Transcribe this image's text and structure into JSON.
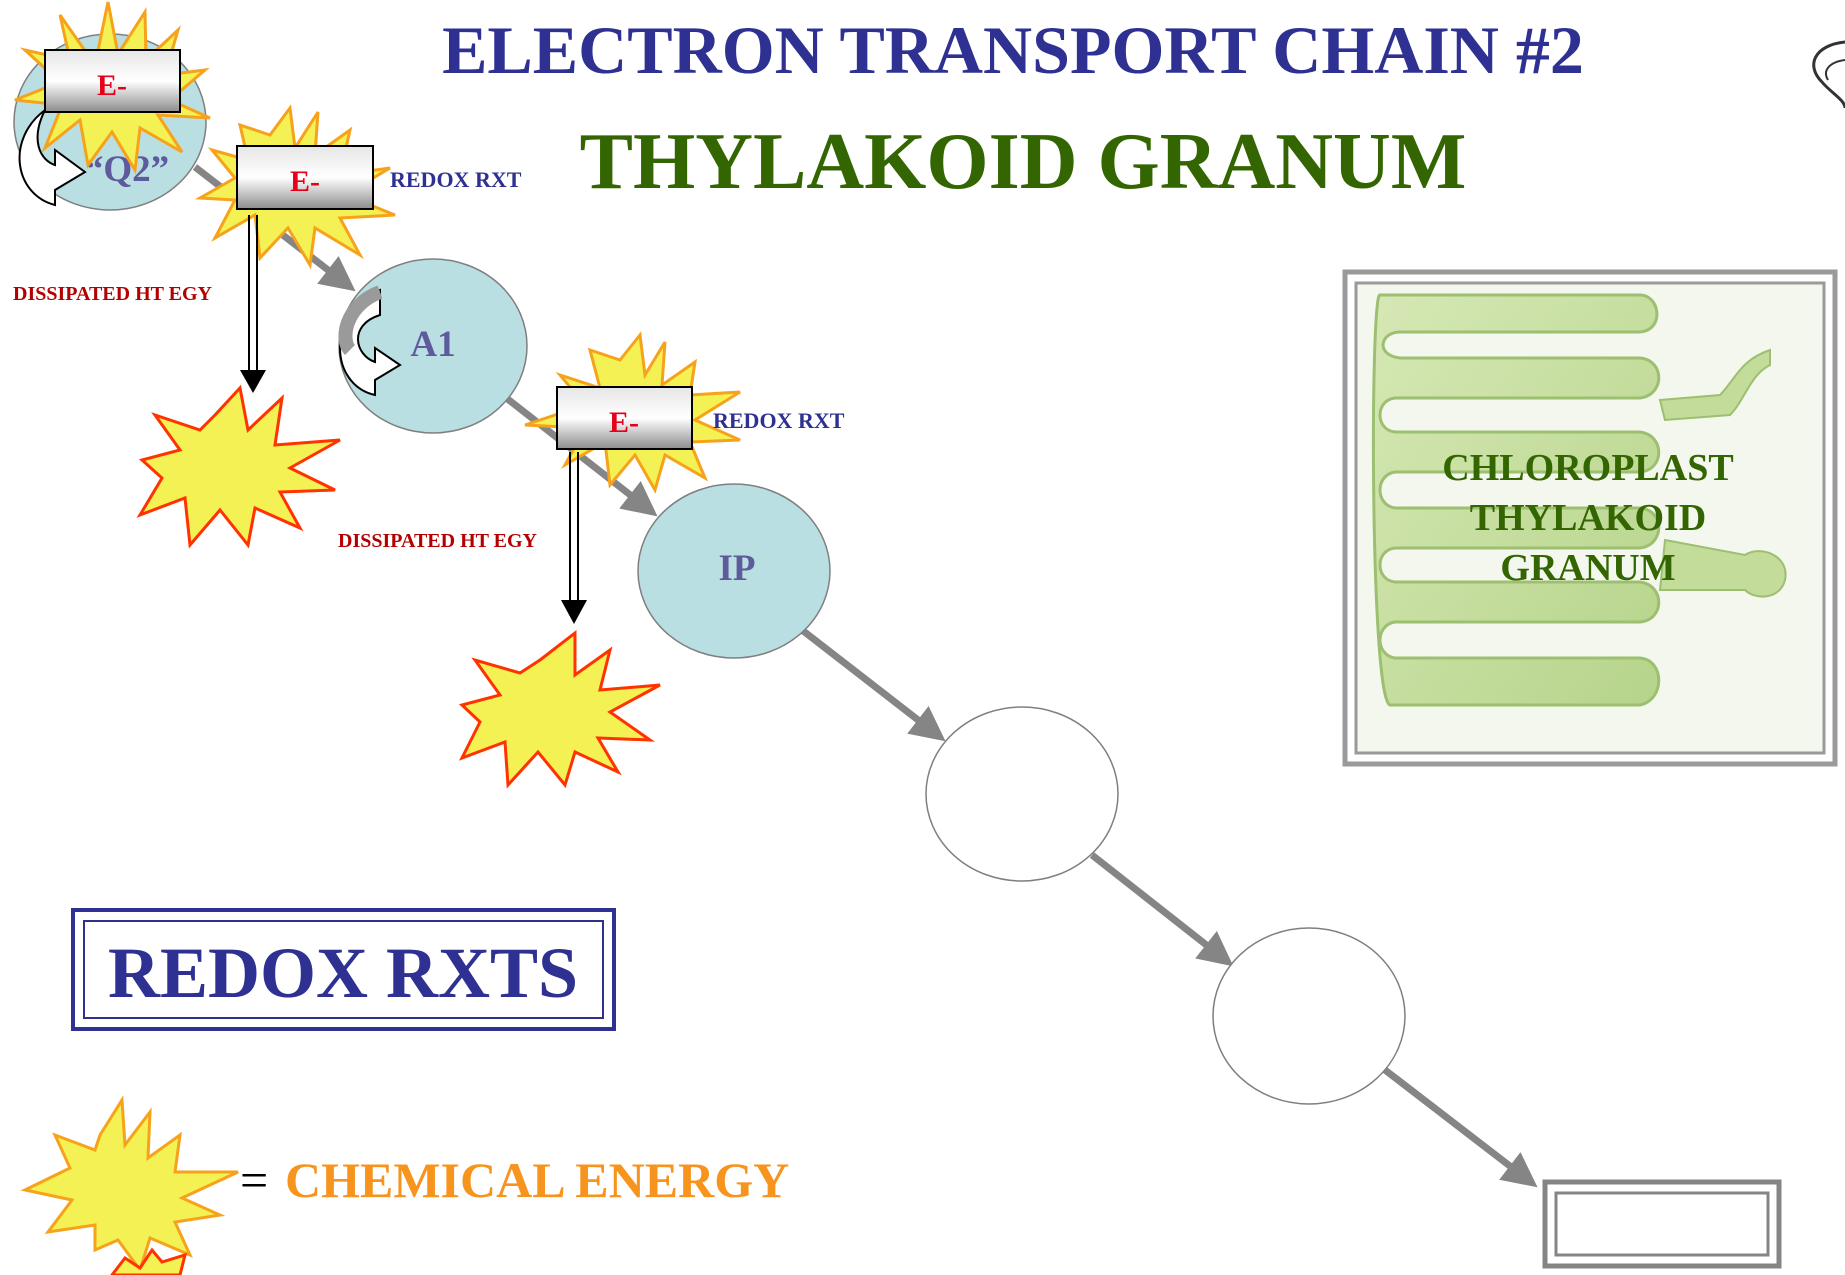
{
  "header": {
    "title": "ELECTRON TRANSPORT CHAIN #2",
    "subtitle": "THYLAKOID GRANUM"
  },
  "chain": {
    "nodes": [
      {
        "id": "q2",
        "label": "“Q2”"
      },
      {
        "id": "a1",
        "label": "A1"
      },
      {
        "id": "ip",
        "label": "IP"
      },
      {
        "id": "blank1",
        "label": ""
      },
      {
        "id": "blank2",
        "label": ""
      }
    ],
    "electron_label": "E-",
    "redox_label": "REDOX RXT",
    "heat_label": "DISSIPATED HT EGY"
  },
  "inset": {
    "label_lines": [
      "CHLOROPLAST",
      "THYLAKOID",
      "GRANUM"
    ]
  },
  "redox_box": {
    "label": "REDOX RXTS"
  },
  "legend": {
    "chemical": {
      "equals": "=",
      "label": "CHEMICAL ENERGY"
    }
  },
  "colors": {
    "title": "#2e3192",
    "subtitle": "#336600",
    "node_fill": "#b9dfe2",
    "node_text": "#5e5a9c",
    "electron_text": "#e8001a",
    "redox_text": "#2e3192",
    "heat_text": "#b30000",
    "chemical_text": "#f7941d",
    "arrow": "#858585",
    "inset_text": "#336600"
  }
}
